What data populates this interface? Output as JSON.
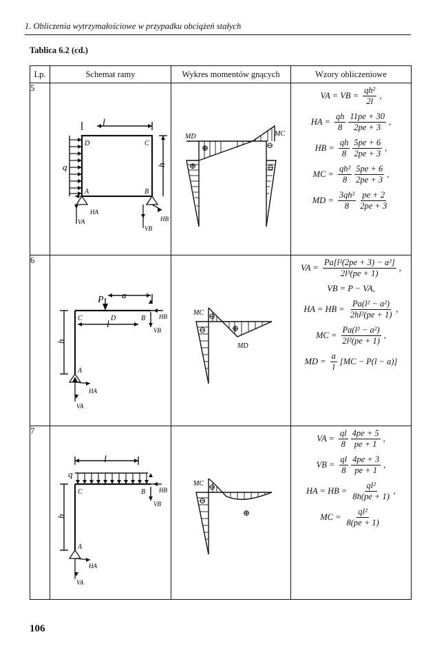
{
  "running_head": "1. Obliczenia wytrzymałościowe w przypadku obciążeń stałych",
  "table_caption": "Tablica 6.2 (cd.)",
  "columns": [
    "Lp.",
    "Schemat ramy",
    "Wykres momentów gnących",
    "Wzory obliczeniowe"
  ],
  "rows": [
    {
      "lp": "5",
      "schema_labels": {
        "l": "l",
        "h": "h",
        "q": "q",
        "D": "D",
        "C": "C",
        "A": "A",
        "B": "B",
        "HA": "HA",
        "HB": "HB",
        "VA": "VA",
        "VB": "VB"
      },
      "moment_labels": {
        "MD": "MD",
        "MC": "MC",
        "plus": "⊕",
        "minus": "⊖"
      },
      "formulas": [
        {
          "lhs": "VA = VB =",
          "num": "qh²",
          "den": "2l",
          "tail": ","
        },
        {
          "lhs": "HA =",
          "num": "qh",
          "den": "8",
          "num2": "11pe + 30",
          "den2": "2pe + 3",
          "tail": ","
        },
        {
          "lhs": "HB =",
          "num": "qh",
          "den": "8",
          "num2": "5pe + 6",
          "den2": "2pe + 3",
          "tail": ","
        },
        {
          "lhs": "MC =",
          "num": "qh²",
          "den": "8",
          "num2": "5pe + 6",
          "den2": "2pe + 3",
          "tail": ","
        },
        {
          "lhs": "MD =",
          "num": "3qh²",
          "den": "8",
          "num2": "pe + 2",
          "den2": "2pe + 3",
          "tail": ""
        }
      ]
    },
    {
      "lp": "6",
      "schema_labels": {
        "P": "P",
        "a": "a",
        "l": "l",
        "h": "h",
        "C": "C",
        "D": "D",
        "B": "B",
        "A": "A",
        "HA": "HA",
        "HB": "HB",
        "VA": "VA",
        "VB": "VB"
      },
      "moment_labels": {
        "MC": "MC",
        "MD": "MD",
        "plus": "⊕",
        "minus": "⊖"
      },
      "formulas": [
        {
          "lhs": "VA =",
          "num": "Pa[l²(2pe + 3) − a²]",
          "den": "2l³(pe + 1)",
          "tail": ","
        },
        {
          "text": "VB = P − VA,"
        },
        {
          "lhs": "HA = HB =",
          "num": "Pa(l² − a²)",
          "den": "2hl²(pe + 1)",
          "tail": ","
        },
        {
          "lhs": "MC =",
          "num": "Pa(l² − a²)",
          "den": "2l²(pe + 1)",
          "tail": ","
        },
        {
          "lhs": "MD =",
          "num": "a",
          "den": "l",
          "tail": "[MC − P(l − a)]"
        }
      ]
    },
    {
      "lp": "7",
      "schema_labels": {
        "q": "q",
        "l": "l",
        "h": "h",
        "C": "C",
        "B": "B",
        "A": "A",
        "HA": "HA",
        "HB": "HB",
        "VA": "VA",
        "VB": "VB"
      },
      "moment_labels": {
        "MC": "MC",
        "plus": "⊕",
        "minus": "⊖"
      },
      "formulas": [
        {
          "lhs": "VA =",
          "num": "ql",
          "den": "8",
          "num2": "4pe + 5",
          "den2": "pe + 1",
          "tail": ","
        },
        {
          "lhs": "VB =",
          "num": "ql",
          "den": "8",
          "num2": "4pe + 3",
          "den2": "pe + 1",
          "tail": ","
        },
        {
          "lhs": "HA = HB =",
          "num": "ql²",
          "den": "8h(pe + 1)",
          "tail": ","
        },
        {
          "lhs": "MC =",
          "num": "ql²",
          "den": "8(pe + 1)",
          "tail": ""
        }
      ]
    }
  ],
  "page_number": "106"
}
